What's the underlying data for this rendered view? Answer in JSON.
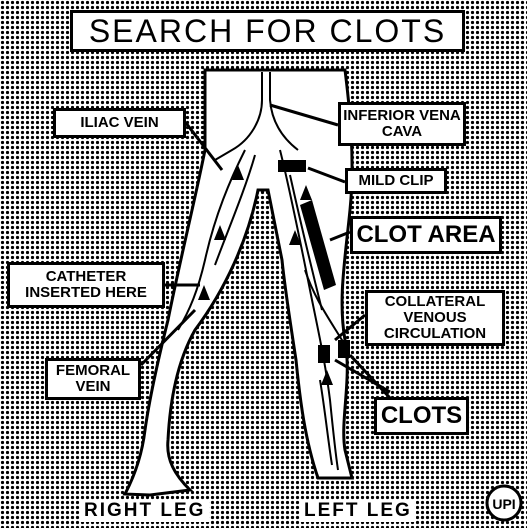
{
  "title": "SEARCH FOR CLOTS",
  "labels": {
    "iliac_vein": "ILIAC VEIN",
    "inferior_vena_cava": "INFERIOR VENA CAVA",
    "mild_clip": "MILD CLIP",
    "clot_area": "CLOT AREA",
    "catheter": "CATHETER INSERTED HERE",
    "collateral": "COLLATERAL VENOUS CIRCULATION",
    "femoral_vein": "FEMORAL VEIN",
    "clots": "CLOTS"
  },
  "legs": {
    "right": "RIGHT LEG",
    "left": "LEFT LEG"
  },
  "logo": "UPI",
  "colors": {
    "ink": "#000000",
    "paper": "#ffffff"
  }
}
